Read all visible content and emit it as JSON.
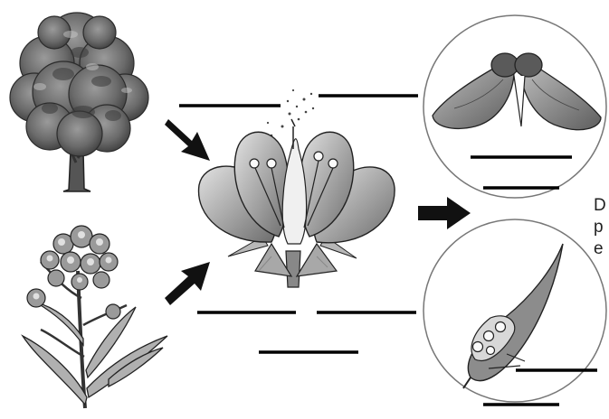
{
  "colors": {
    "ink": "#1a1a1a",
    "blank_line": "#000000",
    "tree_fill": "#6f6f6f",
    "tree_dark": "#3a3a3a",
    "petal_fill": "#9a9a9a",
    "petal_light": "#d4d4d4",
    "seed_fill": "#7a7a7a"
  },
  "icons": {
    "tree": "deciduous-tree-icon",
    "flowering_plant": "flowering-plant-icon",
    "flower": "flower-cross-section-icon",
    "winged_seed": "maple-samara-icon",
    "seed_pod": "seed-pod-icon",
    "arrow": "arrow-right-icon"
  },
  "cut_off_text": {
    "line1": "D",
    "line2": "p",
    "line3": "e"
  }
}
